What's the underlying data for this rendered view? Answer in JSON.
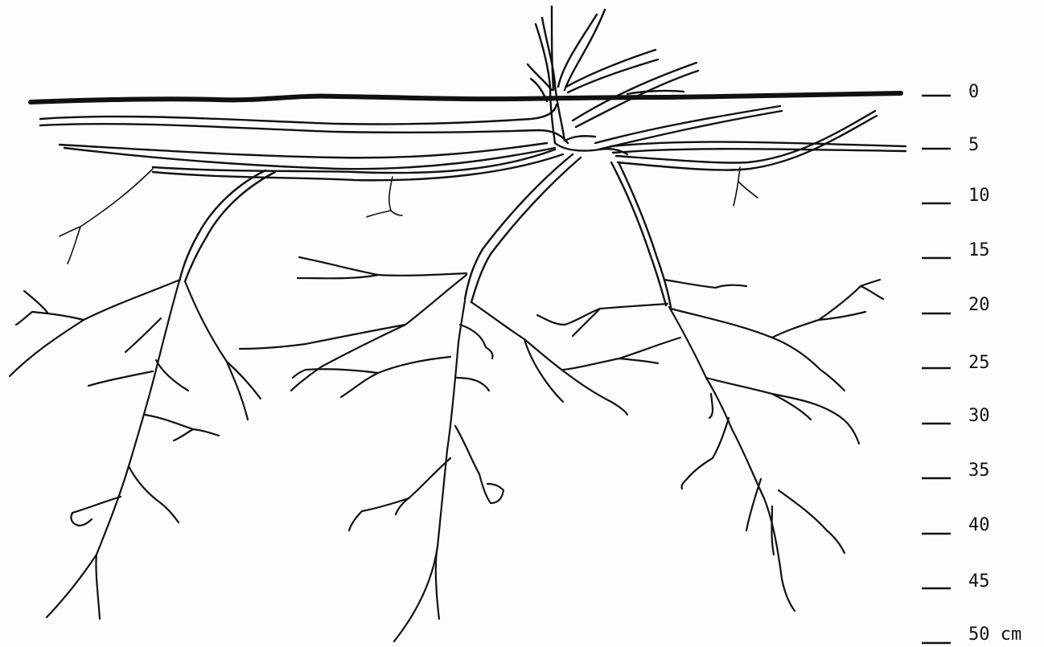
{
  "figure": {
    "ink_color": "#111111",
    "paper_color": "#fdfdfb"
  },
  "depth_scale": {
    "ticks": [
      {
        "value": "0",
        "label": "0"
      },
      {
        "value": "5",
        "label": "5"
      },
      {
        "value": "10",
        "label": "10"
      },
      {
        "value": "15",
        "label": "15"
      },
      {
        "value": "20",
        "label": "20"
      },
      {
        "value": "25",
        "label": "25"
      },
      {
        "value": "30",
        "label": "30"
      },
      {
        "value": "35",
        "label": "35"
      },
      {
        "value": "40",
        "label": "40"
      },
      {
        "value": "45",
        "label": "45"
      },
      {
        "value": "50",
        "label": "50 cm"
      }
    ]
  }
}
